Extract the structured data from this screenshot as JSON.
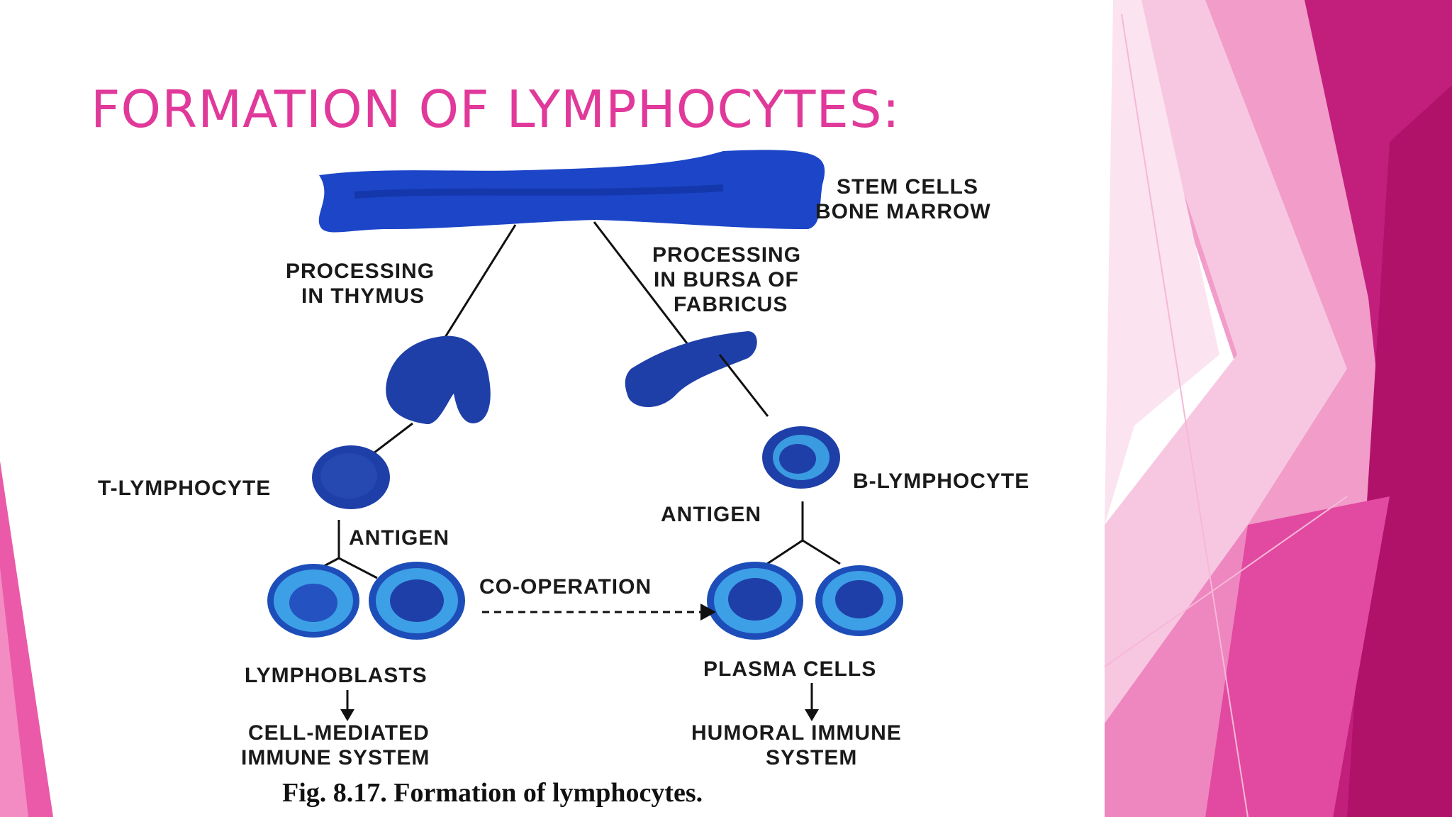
{
  "slide": {
    "title": "FORMATION OF LYMPHOCYTES:"
  },
  "diagram": {
    "stem_cells_line1": "STEM CELLS",
    "stem_cells_line2": "BONE MARROW",
    "thymus_line1": "PROCESSING",
    "thymus_line2": "IN THYMUS",
    "bursa_line1": "PROCESSING",
    "bursa_line2": "IN BURSA OF",
    "bursa_line3": "FABRICUS",
    "t_lymphocyte": "T-LYMPHOCYTE",
    "b_lymphocyte": "B-LYMPHOCYTE",
    "antigen_left": "ANTIGEN",
    "antigen_right": "ANTIGEN",
    "cooperation": "CO-OPERATION",
    "lymphoblasts": "LYMPHOBLASTS",
    "plasma_cells": "PLASMA CELLS",
    "cell_mediated_line1": "CELL-MEDIATED",
    "cell_mediated_line2": "IMMUNE SYSTEM",
    "humoral_line1": "HUMORAL IMMUNE",
    "humoral_line2": "SYSTEM",
    "caption": "Fig. 8.17. Formation of lymphocytes."
  },
  "colors": {
    "title": "#e0399a",
    "cell_dark": "#1f3fa8",
    "cell_light": "#3a9be0",
    "theme_magenta": "#b8166f",
    "theme_pink": "#ec6cb3"
  }
}
